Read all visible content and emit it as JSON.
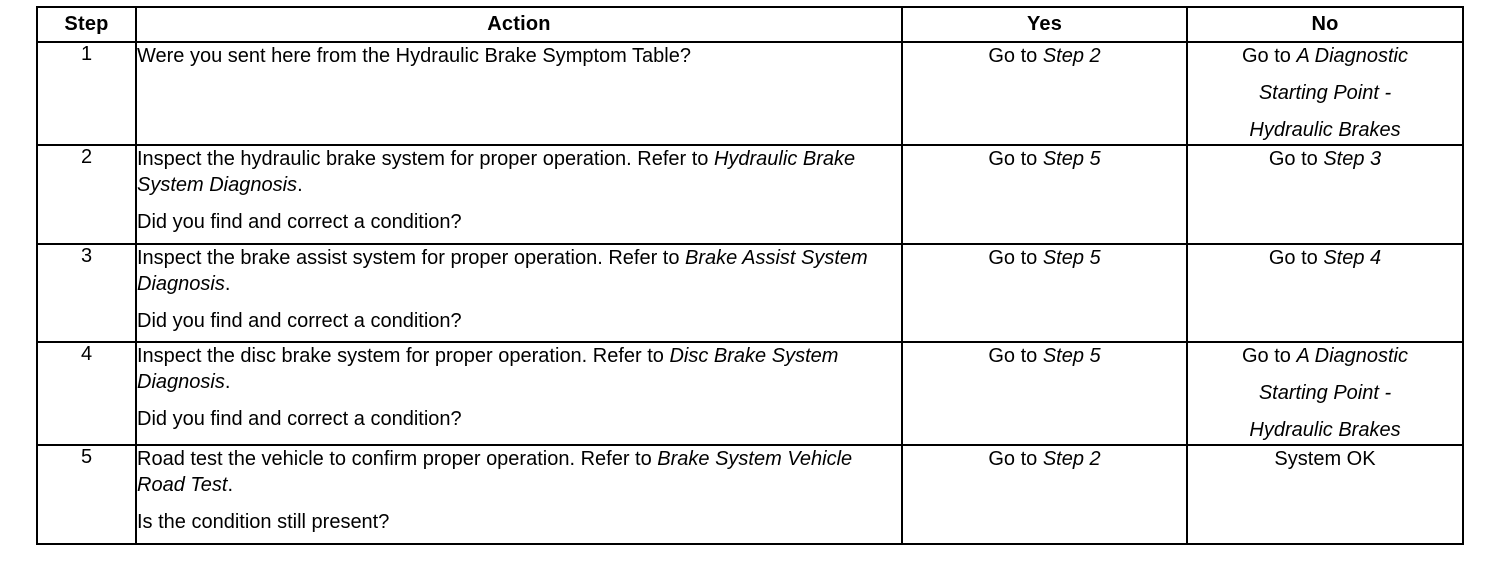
{
  "table": {
    "headers": {
      "step": "Step",
      "action": "Action",
      "yes": "Yes",
      "no": "No"
    },
    "rows": [
      {
        "step": "1",
        "action": {
          "lines": [
            {
              "segments": [
                {
                  "text": "Were you sent here from the Hydraulic Brake Symptom Table?",
                  "italic": false
                }
              ]
            }
          ]
        },
        "yes": {
          "align": "bottom",
          "lines": [
            {
              "segments": [
                {
                  "text": "Go to ",
                  "italic": false
                },
                {
                  "text": "Step 2",
                  "italic": true
                }
              ]
            }
          ]
        },
        "no": {
          "align": "top",
          "lines": [
            {
              "segments": [
                {
                  "text": "Go to ",
                  "italic": false
                },
                {
                  "text": "A Diagnostic",
                  "italic": true
                }
              ]
            },
            {
              "segments": [
                {
                  "text": "Starting Point -",
                  "italic": true
                }
              ]
            },
            {
              "segments": [
                {
                  "text": "Hydraulic Brakes",
                  "italic": true
                }
              ]
            }
          ]
        }
      },
      {
        "step": "2",
        "action": {
          "lines": [
            {
              "segments": [
                {
                  "text": "Inspect the hydraulic brake system for proper operation. Refer to ",
                  "italic": false
                },
                {
                  "text": "Hydraulic Brake System Diagnosis",
                  "italic": true
                },
                {
                  "text": ".",
                  "italic": false
                }
              ]
            },
            {
              "segments": [
                {
                  "text": "Did you find and correct a condition?",
                  "italic": false
                }
              ]
            }
          ]
        },
        "yes": {
          "align": "bottom",
          "lines": [
            {
              "segments": [
                {
                  "text": "Go to ",
                  "italic": false
                },
                {
                  "text": "Step 5",
                  "italic": true
                }
              ]
            }
          ]
        },
        "no": {
          "align": "bottom",
          "lines": [
            {
              "segments": [
                {
                  "text": "Go to ",
                  "italic": false
                },
                {
                  "text": "Step 3",
                  "italic": true
                }
              ]
            }
          ]
        }
      },
      {
        "step": "3",
        "action": {
          "lines": [
            {
              "segments": [
                {
                  "text": "Inspect the brake assist system for proper operation. Refer to ",
                  "italic": false
                },
                {
                  "text": "Brake Assist System Diagnosis",
                  "italic": true
                },
                {
                  "text": ".",
                  "italic": false
                }
              ]
            },
            {
              "segments": [
                {
                  "text": "Did you find and correct a condition?",
                  "italic": false
                }
              ]
            }
          ]
        },
        "yes": {
          "align": "bottom",
          "lines": [
            {
              "segments": [
                {
                  "text": "Go to ",
                  "italic": false
                },
                {
                  "text": "Step 5",
                  "italic": true
                }
              ]
            }
          ]
        },
        "no": {
          "align": "bottom",
          "lines": [
            {
              "segments": [
                {
                  "text": "Go to ",
                  "italic": false
                },
                {
                  "text": "Step 4",
                  "italic": true
                }
              ]
            }
          ]
        }
      },
      {
        "step": "4",
        "action": {
          "lines": [
            {
              "segments": [
                {
                  "text": "Inspect the disc brake system for proper operation. Refer to ",
                  "italic": false
                },
                {
                  "text": "Disc Brake System Diagnosis",
                  "italic": true
                },
                {
                  "text": ".",
                  "italic": false
                }
              ]
            },
            {
              "segments": [
                {
                  "text": "Did you find and correct a condition?",
                  "italic": false
                }
              ]
            }
          ]
        },
        "yes": {
          "align": "bottom",
          "lines": [
            {
              "segments": [
                {
                  "text": "Go to ",
                  "italic": false
                },
                {
                  "text": "Step 5",
                  "italic": true
                }
              ]
            }
          ]
        },
        "no": {
          "align": "top",
          "lines": [
            {
              "segments": [
                {
                  "text": "Go to ",
                  "italic": false
                },
                {
                  "text": "A Diagnostic",
                  "italic": true
                }
              ]
            },
            {
              "segments": [
                {
                  "text": "Starting Point -",
                  "italic": true
                }
              ]
            },
            {
              "segments": [
                {
                  "text": "Hydraulic Brakes",
                  "italic": true
                }
              ]
            }
          ]
        }
      },
      {
        "step": "5",
        "action": {
          "lines": [
            {
              "segments": [
                {
                  "text": "Road test the vehicle to confirm proper operation. Refer to ",
                  "italic": false
                },
                {
                  "text": "Brake System Vehicle Road Test",
                  "italic": true
                },
                {
                  "text": ".",
                  "italic": false
                }
              ]
            },
            {
              "segments": [
                {
                  "text": "Is the condition still present?",
                  "italic": false
                }
              ]
            }
          ]
        },
        "yes": {
          "align": "bottom",
          "lines": [
            {
              "segments": [
                {
                  "text": "Go to ",
                  "italic": false
                },
                {
                  "text": "Step 2",
                  "italic": true
                }
              ]
            }
          ]
        },
        "no": {
          "align": "bottom",
          "lines": [
            {
              "segments": [
                {
                  "text": "System OK",
                  "italic": false
                }
              ]
            }
          ]
        }
      }
    ]
  },
  "colors": {
    "border": "#000000",
    "text": "#000000",
    "background": "#ffffff"
  }
}
